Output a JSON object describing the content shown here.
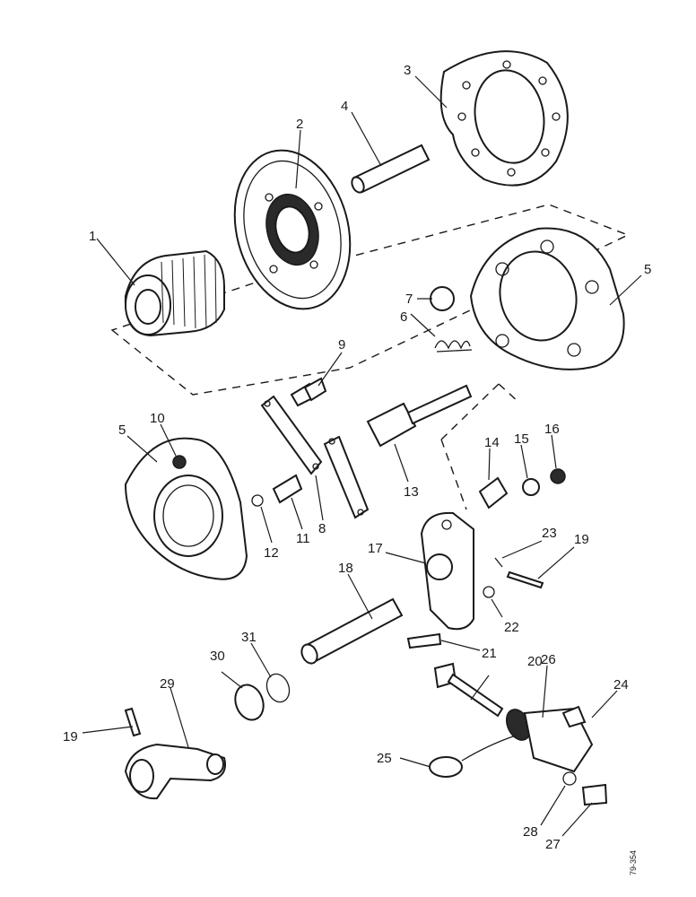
{
  "figure_ref": "79-354",
  "callouts": {
    "c1": "1",
    "c2": "2",
    "c3": "3",
    "c4": "4",
    "c5a": "5",
    "c5b": "5",
    "c6": "6",
    "c7": "7",
    "c8": "8",
    "c9": "9",
    "c10": "10",
    "c11": "11",
    "c12": "12",
    "c13": "13",
    "c14": "14",
    "c15": "15",
    "c16": "16",
    "c17": "17",
    "c18": "18",
    "c19a": "19",
    "c19b": "19",
    "c20": "20",
    "c21": "21",
    "c22": "22",
    "c23": "23",
    "c24": "24",
    "c25": "25",
    "c26": "26",
    "c27": "27",
    "c28": "28",
    "c29": "29",
    "c30": "30",
    "c31": "31"
  }
}
